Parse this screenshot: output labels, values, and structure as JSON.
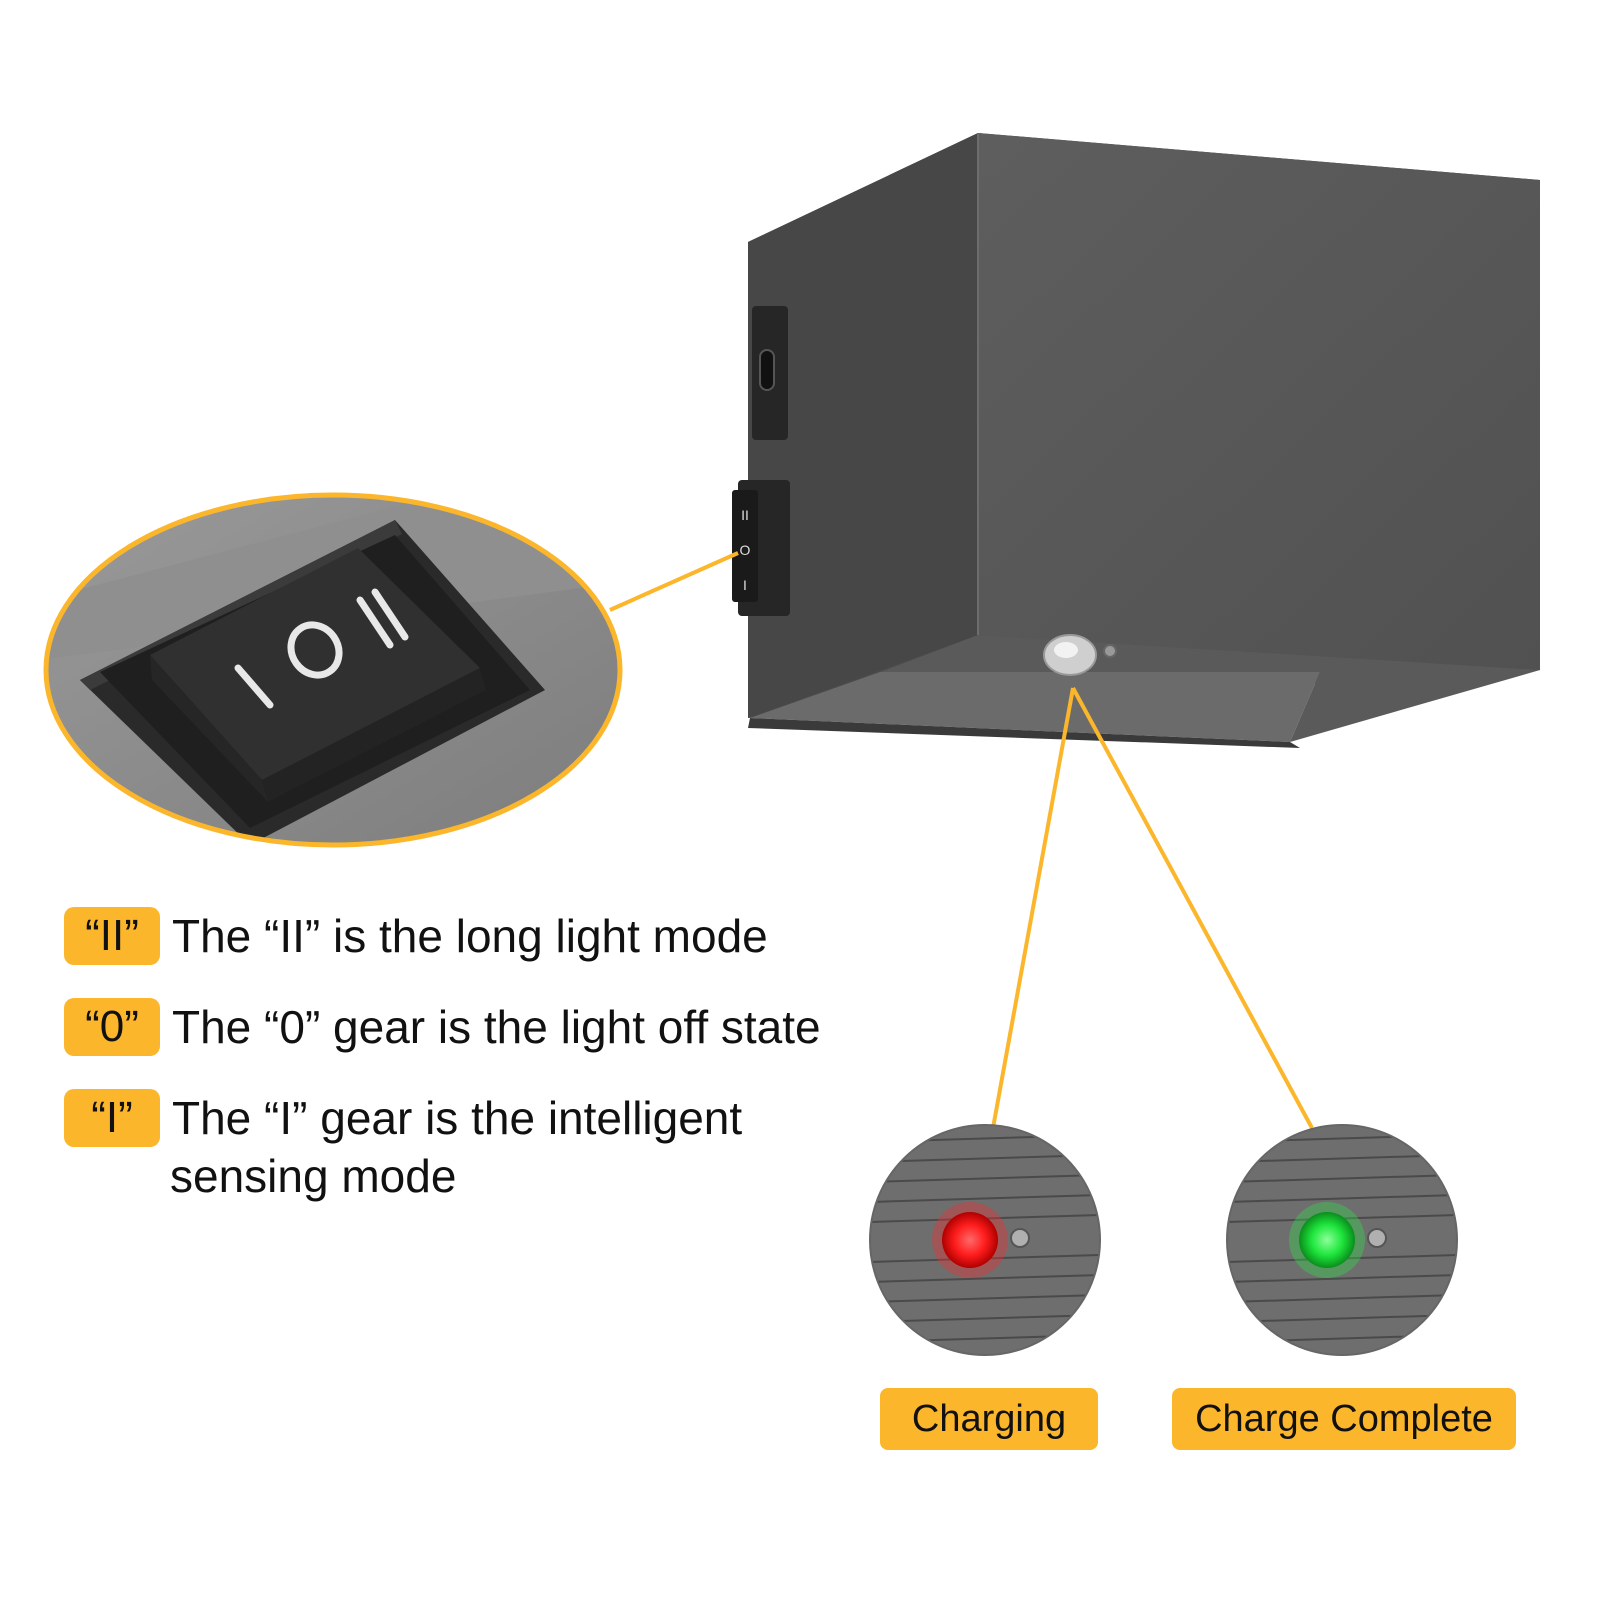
{
  "switch_symbols": {
    "one": "I",
    "zero": "O",
    "two": "II"
  },
  "modes": [
    {
      "badge": "“II”",
      "lines": [
        "The “II” is the long light mode"
      ]
    },
    {
      "badge": "“0”",
      "lines": [
        "The “0” gear is the light off state"
      ]
    },
    {
      "badge": "“I”",
      "lines": [
        "The “I” gear is the intelligent",
        "sensing mode"
      ]
    }
  ],
  "indicators": {
    "charging": {
      "label": "Charging",
      "led_color": "#ff2a2a"
    },
    "complete": {
      "label": "Charge Complete",
      "led_color": "#2ee84a"
    }
  },
  "colors": {
    "accent": "#fbb62b",
    "housing": "#565656",
    "housing_dark": "#3d3d3d"
  }
}
